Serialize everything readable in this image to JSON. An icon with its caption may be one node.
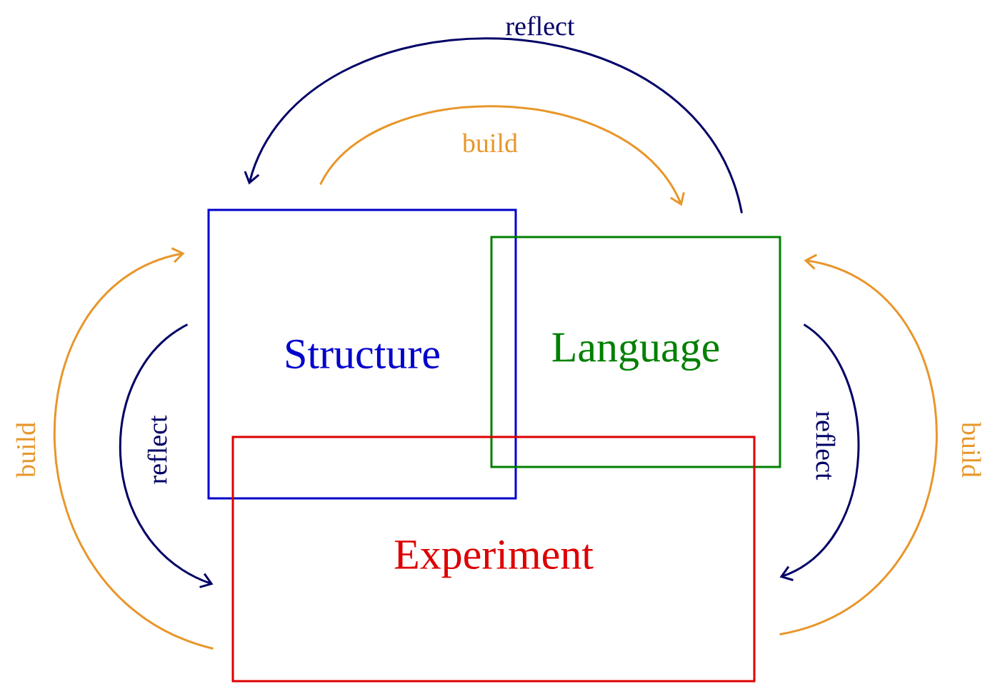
{
  "diagram": {
    "nodes": [
      {
        "text": [
          "Structure"
        ]
      },
      {
        "text": [
          "Language"
        ]
      },
      {
        "text": [
          "Experiment"
        ]
      }
    ],
    "edges": [
      {
        "from": 1,
        "to": 0,
        "arrow": "to",
        "label": "reflect",
        "color": "#000066"
      },
      {
        "from": 0,
        "to": 1,
        "arrow": "to",
        "label": "build",
        "color": "#e8962a"
      },
      {
        "from": 2,
        "to": 0,
        "arrow": "to",
        "label": "build",
        "color": "#e8962a"
      },
      {
        "from": 0,
        "to": 2,
        "arrow": "to",
        "label": "reflect",
        "color": "#000066"
      },
      {
        "from": 1,
        "to": 2,
        "arrow": "to",
        "label": "reflect",
        "color": "#000066"
      },
      {
        "from": 2,
        "to": 1,
        "arrow": "to",
        "label": "build",
        "color": "#e8962a"
      }
    ]
  }
}
